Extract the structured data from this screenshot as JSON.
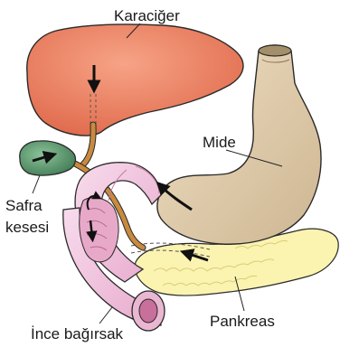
{
  "labels": {
    "liver": "Karaciğer",
    "stomach": "Mide",
    "gallbladder_line1": "Safra",
    "gallbladder_line2": "kesesi",
    "pancreas": "Pankreas",
    "small_intestine": "İnce bağırsak"
  },
  "colors": {
    "liver": "#ec7f5f",
    "stomach": "#e3cfae",
    "gallbladder": "#5f9a6e",
    "intestine": "#f2c3dd",
    "pancreas": "#fbf3b0",
    "bile_duct": "#c98a3e"
  }
}
